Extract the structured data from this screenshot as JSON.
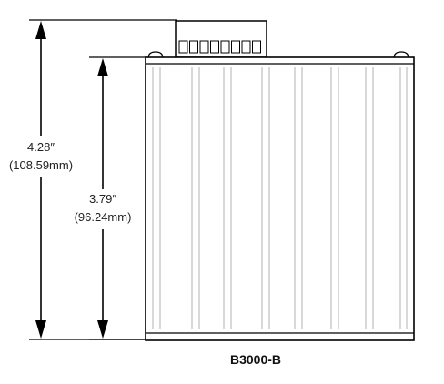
{
  "diagram": {
    "model": "B3000-B",
    "overall_height": {
      "inches": "4.28″",
      "mm": "(108.59mm)"
    },
    "body_height": {
      "inches": "3.79″",
      "mm": "(96.24mm)"
    },
    "connector_pins": 8,
    "colors": {
      "line": "#000000",
      "fin": "#c8c8c8",
      "background": "#ffffff"
    }
  }
}
